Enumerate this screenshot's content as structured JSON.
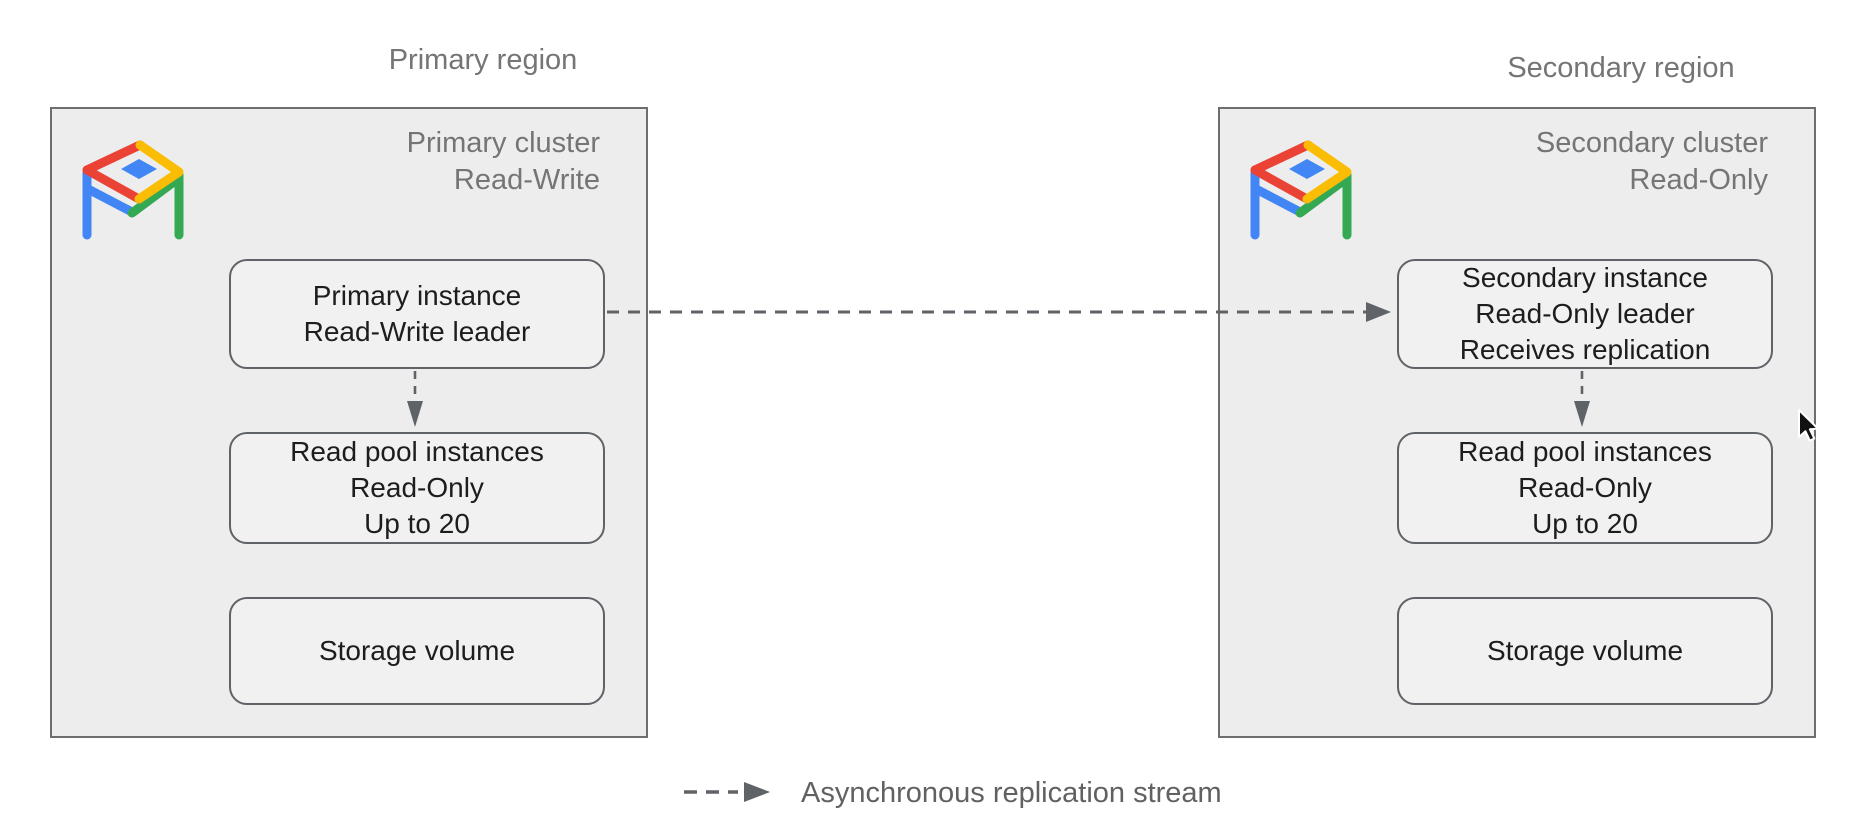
{
  "region_labels": {
    "primary": "Primary region",
    "secondary": "Secondary region"
  },
  "clusters": {
    "primary": {
      "title": [
        "Primary cluster",
        "Read-Write"
      ],
      "nodes": {
        "instance": [
          "Primary instance",
          "Read-Write leader"
        ],
        "read_pool": [
          "Read pool instances",
          "Read-Only",
          "Up to 20"
        ],
        "storage": [
          "Storage volume"
        ]
      }
    },
    "secondary": {
      "title": [
        "Secondary cluster",
        "Read-Only"
      ],
      "nodes": {
        "instance": [
          "Secondary instance",
          "Read-Only leader",
          "Receives replication"
        ],
        "read_pool": [
          "Read pool instances",
          "Read-Only",
          "Up to 20"
        ],
        "storage": [
          "Storage volume"
        ]
      }
    }
  },
  "legend": {
    "label": "Asynchronous replication stream"
  },
  "icons": {
    "cluster_logo": "alloydb-logo-icon",
    "pointer": "mouse-cursor-icon"
  },
  "colors": {
    "cluster_fill": "#ededed",
    "cluster_border": "#6e6e6e",
    "node_fill": "#f1f1f1",
    "node_border": "#5f6368",
    "node_text": "#1d1d1d",
    "muted_text": "#757575",
    "legend_text": "#616161",
    "arrow": "#5f6368",
    "logo_red": "#EA4335",
    "logo_yellow": "#FBBC04",
    "logo_green": "#34A853",
    "logo_blue": "#4285F4"
  }
}
